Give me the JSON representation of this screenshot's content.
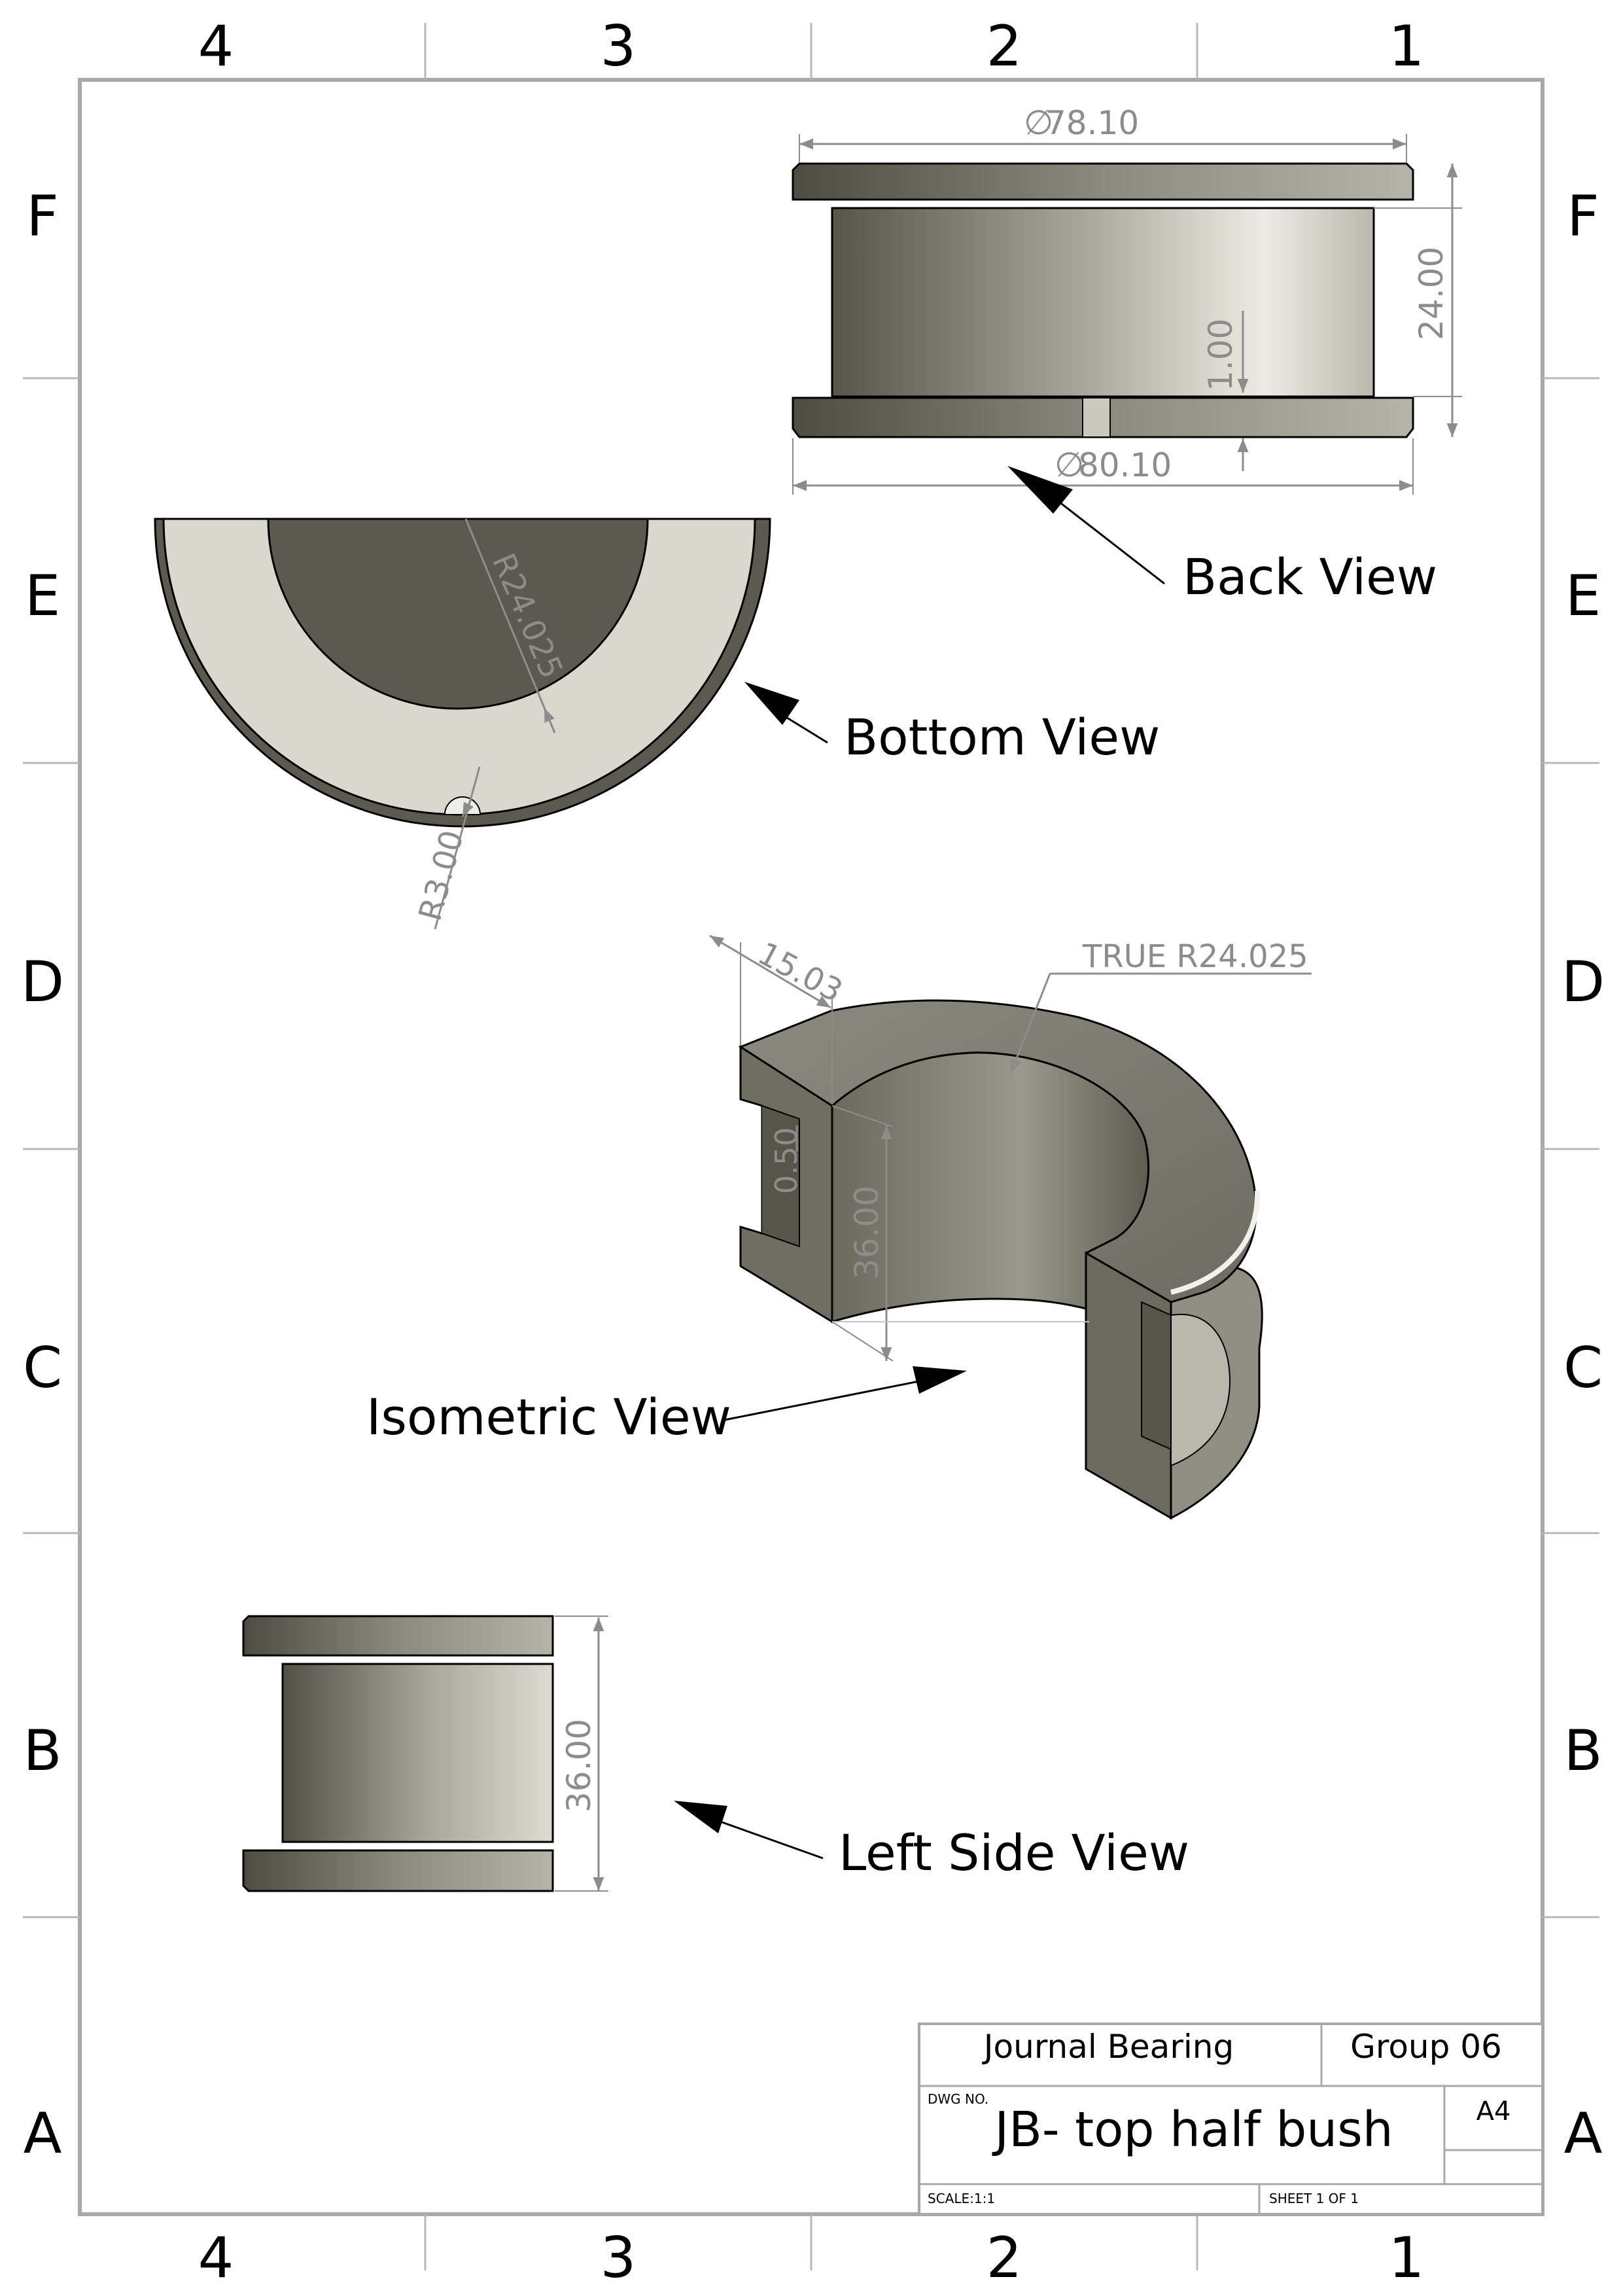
{
  "zone_columns": [
    "4",
    "3",
    "2",
    "1"
  ],
  "zone_rows": [
    "F",
    "E",
    "D",
    "C",
    "B",
    "A"
  ],
  "views": {
    "back_label": "Back View",
    "bottom_label": "Bottom View",
    "isometric_label": "Isometric View",
    "left_side_label": "Left Side View"
  },
  "dimensions": {
    "back_top_diameter": "78.10",
    "back_bottom_diameter": "80.10",
    "back_height": "24.00",
    "back_groove": "1.00",
    "bottom_radius": "R24.025",
    "bottom_notch_radius": "R3.00",
    "iso_width": "15.03",
    "iso_true_radius": "TRUE R24.025",
    "iso_lip": "0.50",
    "iso_height": "36.00",
    "left_height": "36.00"
  },
  "title_block": {
    "title": "Journal Bearing",
    "group": "Group 06",
    "dwg_no_label": "DWG NO.",
    "drawing_name": "JB- top half bush",
    "size": "A4",
    "scale": "SCALE:1:1",
    "sheet": "SHEET 1 OF 1"
  },
  "colors": {
    "line": "#000000",
    "dimension": "#8c8c8c",
    "face_light": "#d6d6cc",
    "face_dark": "#5e5e52",
    "frame": "#a8a8a8"
  }
}
